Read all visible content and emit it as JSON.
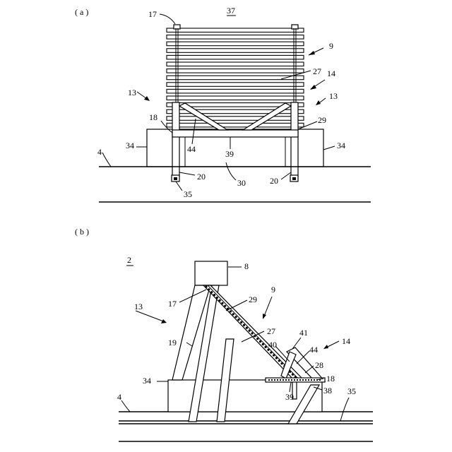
{
  "panel_a": {
    "label": "( a )",
    "title_ref": "37",
    "refs": {
      "r17": "17",
      "r9": "9",
      "r27": "27",
      "r14": "14",
      "r13_left": "13",
      "r13_right": "13",
      "r18": "18",
      "r29": "29",
      "r34_left": "34",
      "r34_right": "34",
      "r44": "44",
      "r39": "39",
      "r4": "4",
      "r20_left": "20",
      "r20_right": "20",
      "r30": "30",
      "r35": "35"
    }
  },
  "panel_b": {
    "label": "( b )",
    "title_ref": "2",
    "refs": {
      "r8": "8",
      "r13": "13",
      "r17": "17",
      "r29": "29",
      "r9": "9",
      "r27": "27",
      "r19": "19",
      "r41": "41",
      "r14": "14",
      "r40": "40",
      "r44": "44",
      "r28": "28",
      "r34": "34",
      "r18": "18",
      "r39": "39",
      "r38": "38",
      "r4": "4",
      "r35": "35"
    }
  },
  "colors": {
    "ink": "#000000",
    "paper": "#ffffff"
  }
}
